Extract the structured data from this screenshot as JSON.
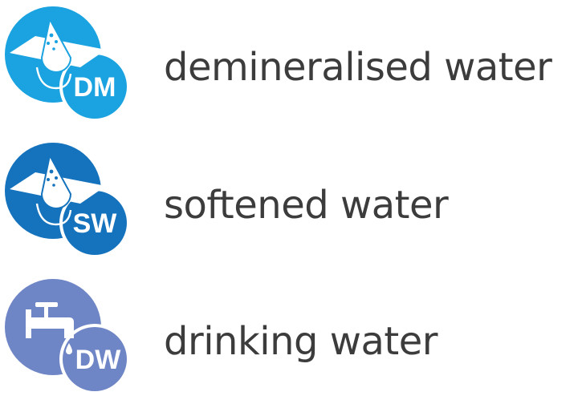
{
  "items": [
    {
      "code": "DM",
      "label": "demineralised water",
      "icon": "filter-funnel-icon",
      "color": "#1aa3e0"
    },
    {
      "code": "SW",
      "label": "softened water",
      "icon": "filter-funnel-icon",
      "color": "#1573bd"
    },
    {
      "code": "DW",
      "label": "drinking water",
      "icon": "water-tap-icon",
      "color": "#6f86c6"
    }
  ]
}
